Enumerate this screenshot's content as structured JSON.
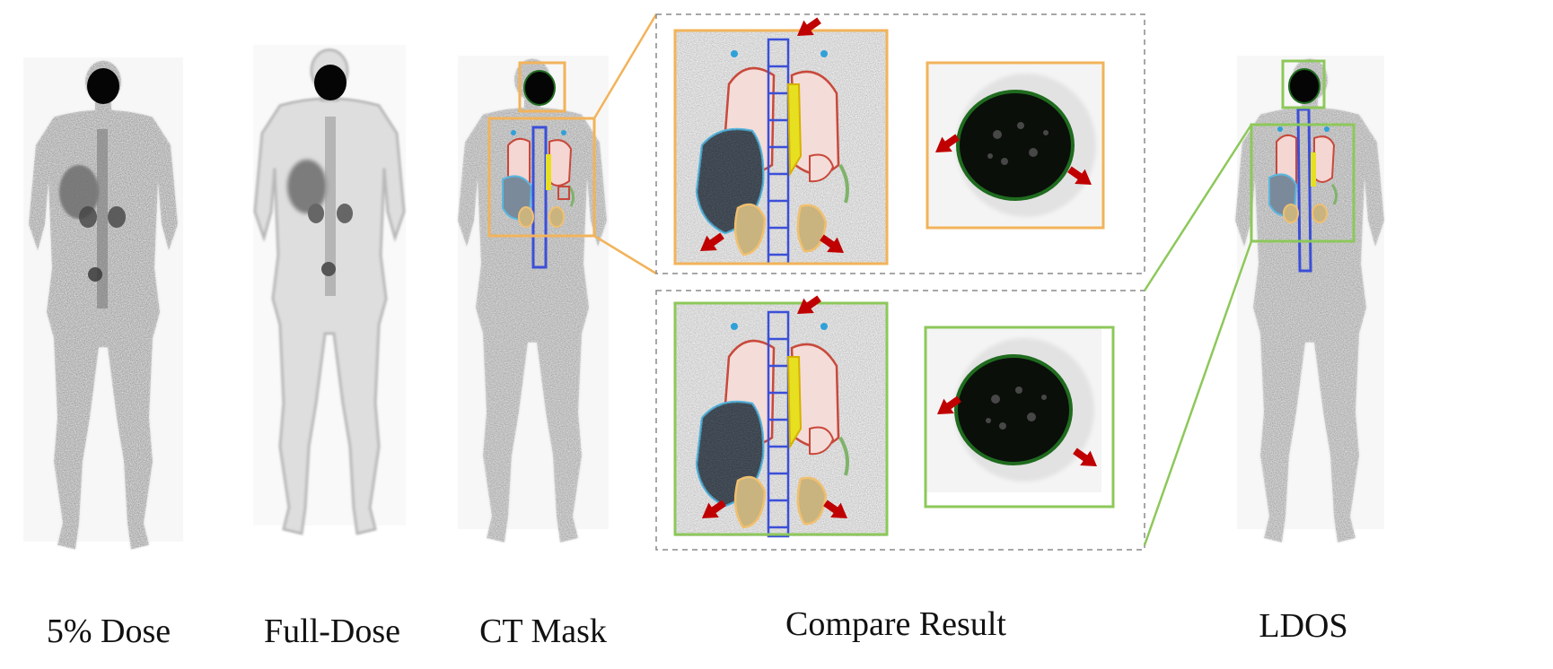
{
  "captions": {
    "low_dose": "5% Dose",
    "full_dose": "Full-Dose",
    "ct_mask": "CT Mask",
    "compare": "Compare Result",
    "ldos": "LDOS"
  },
  "colors": {
    "orange_box": "#f2b35a",
    "green_box": "#8dc85a",
    "dashed_box": "#8a8a8a",
    "arrow": "#c00000",
    "spine_mask": "#3b4fd8",
    "lung_mask": "#c8493c",
    "liver_mask": "#5bb7e0",
    "kidney_mask": "#f0c070",
    "heart_mask": "#e6e020",
    "spleen_mask": "#7fb36a",
    "brain_mask": "#1f6b1f"
  },
  "panels": [
    {
      "id": "low-dose",
      "icon": "pet-scan-noisy"
    },
    {
      "id": "full-dose",
      "icon": "pet-scan-smooth"
    },
    {
      "id": "ct-mask",
      "icon": "pet-scan-with-organ-masks"
    },
    {
      "id": "ldos",
      "icon": "pet-scan-with-organ-masks"
    }
  ]
}
